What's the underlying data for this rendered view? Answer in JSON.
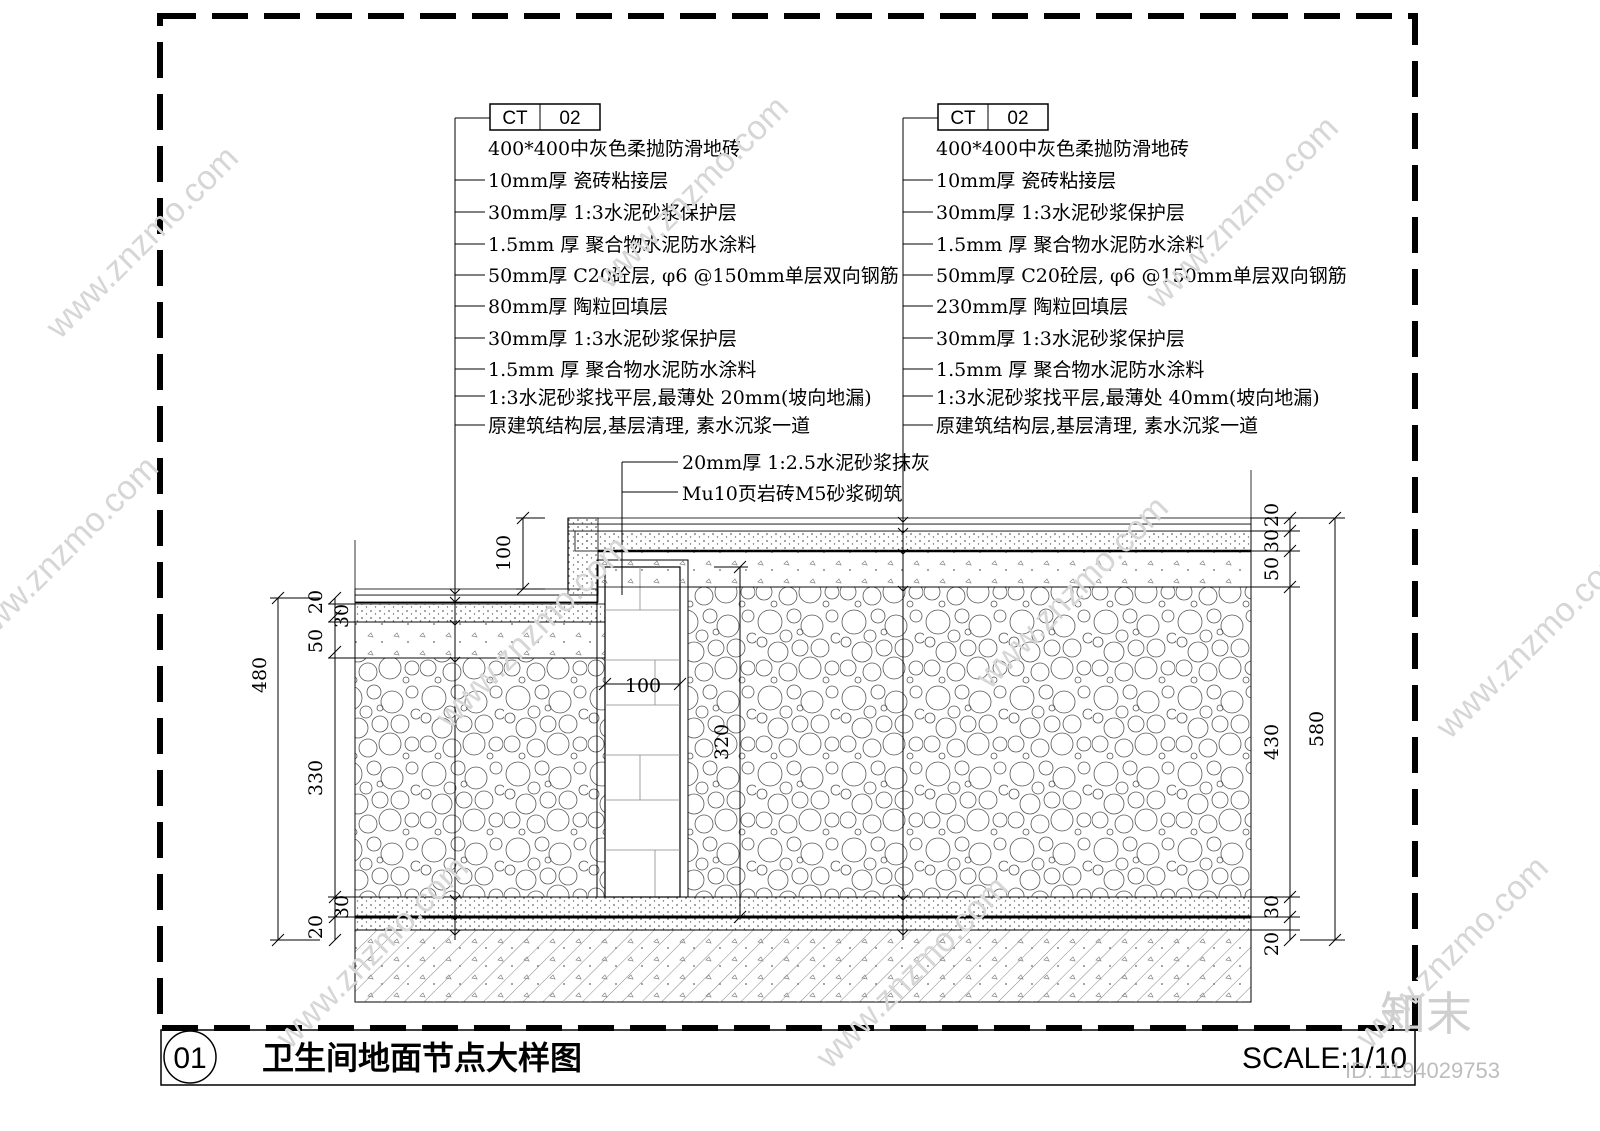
{
  "left_callout": {
    "tag": {
      "code": "CT",
      "number": "02"
    },
    "layers": [
      "400*400中灰色柔抛防滑地砖",
      "10mm厚 瓷砖粘接层",
      "30mm厚 1:3水泥砂浆保护层",
      "1.5mm 厚 聚合物水泥防水涂料",
      "50mm厚 C20砼层, φ6 @150mm单层双向钢筋",
      " 80mm厚 陶粒回填层",
      "30mm厚 1:3水泥砂浆保护层",
      "1.5mm 厚 聚合物水泥防水涂料",
      "1:3水泥砂浆找平层,最薄处 20mm(坡向地漏)",
      "原建筑结构层,基层清理, 素水沉浆一道"
    ]
  },
  "right_callout": {
    "tag": {
      "code": "CT",
      "number": "02"
    },
    "layers": [
      "400*400中灰色柔抛防滑地砖",
      "10mm厚 瓷砖粘接层",
      "30mm厚 1:3水泥砂浆保护层",
      "1.5mm 厚 聚合物水泥防水涂料",
      "50mm厚 C20砼层, φ6 @150mm单层双向钢筋",
      "230mm厚 陶粒回填层",
      "30mm厚 1:3水泥砂浆保护层",
      "1.5mm 厚 聚合物水泥防水涂料",
      "1:3水泥砂浆找平层,最薄处 40mm(坡向地漏)",
      "原建筑结构层,基层清理, 素水沉浆一道"
    ]
  },
  "wall_callout": {
    "layers": [
      "20mm厚 1:2.5水泥砂浆抹灰",
      "Mu10页岩砖M5砂浆砌筑"
    ]
  },
  "dimensions": {
    "left_total": "480",
    "left_chain": [
      "20",
      "30",
      "50",
      "330",
      "30",
      "20"
    ],
    "step": "100",
    "wall_width": "100",
    "wall_height": "320",
    "right_total": "580",
    "right_chain": [
      "20",
      "30",
      "50",
      "430",
      "30",
      "20"
    ]
  },
  "title_bar": {
    "number": "01",
    "title": "卫生间地面节点大样图",
    "scale": "SCALE:1/10"
  },
  "watermark": {
    "site": "www.znzmo.com",
    "brand": "知末",
    "id": "ID: 1194029753"
  }
}
